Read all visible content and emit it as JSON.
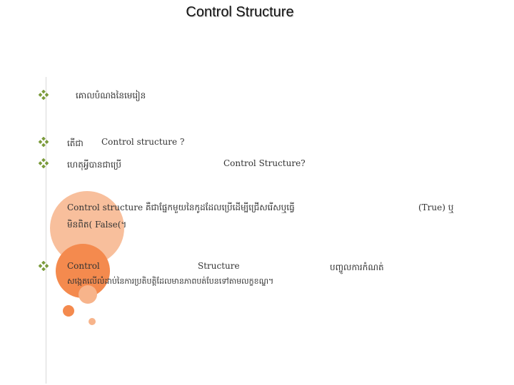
{
  "slide": {
    "title": "Control Structure",
    "accent": "#f48a4e",
    "bullet_color": "#7a9a3a",
    "bullets": [
      {
        "segments": [
          "គោលបំណងនៃមេរៀន"
        ]
      },
      {
        "segments": [
          "តើជា",
          "Control structure ?"
        ]
      },
      {
        "segments": [
          "ហេតុអ្វីបានជាប្រើ",
          "Control Structure?"
        ]
      },
      {
        "segments": [
          "Control",
          "Structure",
          "បញ្ចូលការកំណត់"
        ]
      }
    ],
    "paragraph": {
      "line1": "Control structure គឺជាផ្នែកមួយនៃកូដដែលប្រើដើម្បីជ្រើសរើសឬធ្វើ",
      "true_label": "(True) ឬ",
      "line2": "មិនពិត( False(។"
    },
    "last_line": "សង្កេតលើលំដាប់នៃការប្រតិបត្តិដែលមានភាពបត់បែនទៅតាមលក្ខខណ្ឌ។"
  }
}
